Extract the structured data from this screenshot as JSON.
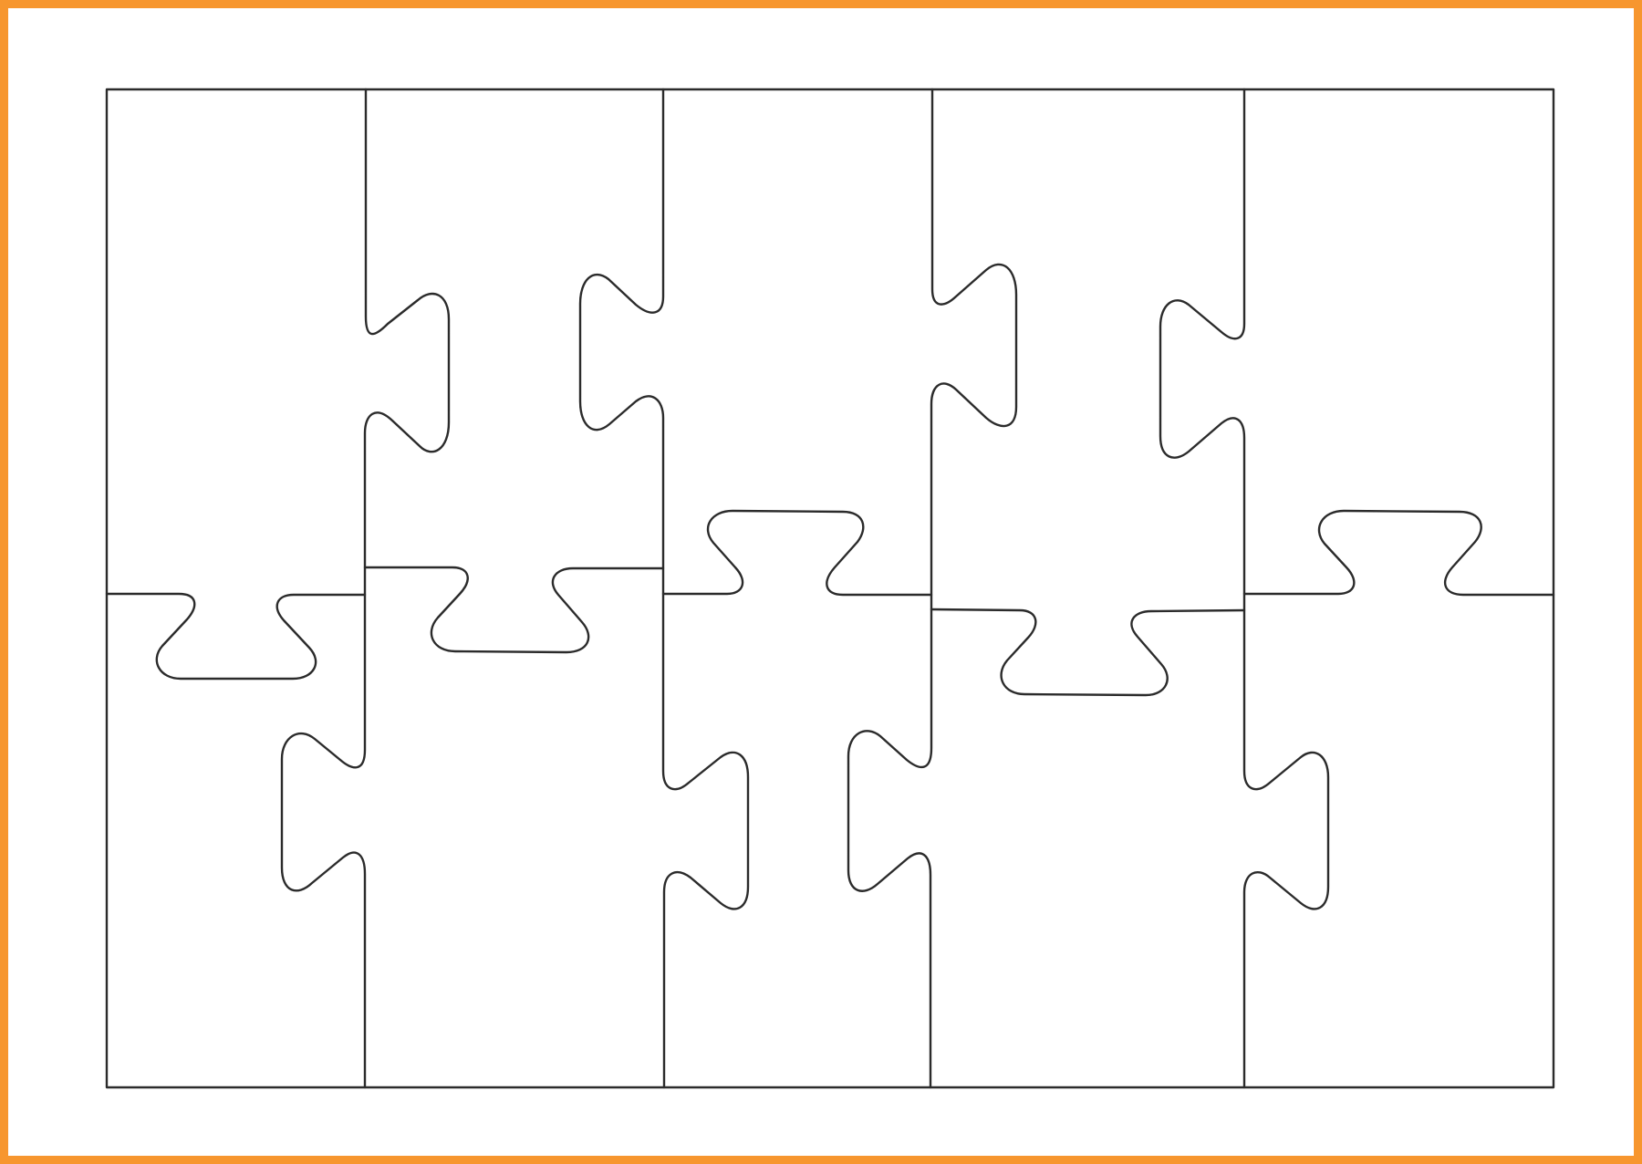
{
  "puzzle": {
    "rows": 2,
    "columns": 5,
    "piece_count": 10,
    "frame_color": "#f7962e",
    "line_color": "#2b2b2b",
    "background_color": "#ffffff"
  }
}
